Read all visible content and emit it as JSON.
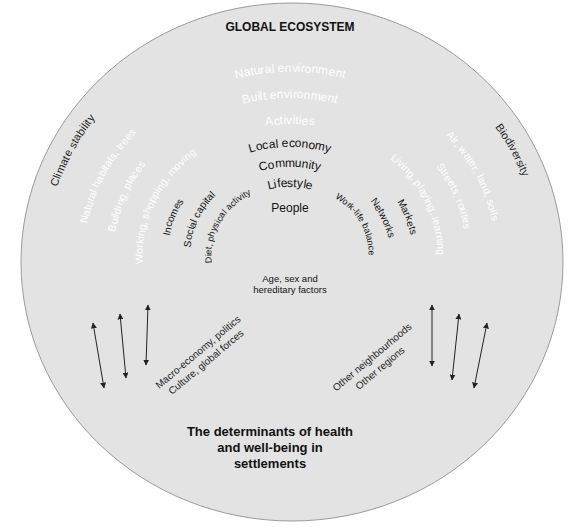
{
  "diagram": {
    "caption": "The determinants of health and well-being in settlements",
    "nodes": [
      {
        "text": [
          "GLOBAL ECOSYSTEM",
          "Climate stability",
          "Biodiversity"
        ]
      },
      {
        "text": [
          "Natural environment",
          "Natural habitats, trees",
          "Air, water, land, soils"
        ],
        "in": 0
      },
      {
        "text": [
          "Built environment",
          "Building, places",
          "Streets, routes"
        ],
        "in": 0
      },
      {
        "text": [
          "Activities",
          "Working, shopping, moving",
          "Living, playing, learning"
        ],
        "in": 0
      },
      {
        "text": [
          "Local economy",
          "Incomes",
          "Markets"
        ],
        "in": 0
      },
      {
        "text": [
          "Community",
          "Social capital",
          "Networks"
        ],
        "in": 0
      },
      {
        "text": [
          "Lifestyle",
          "Diet, physical activity",
          "Work-life balance"
        ],
        "in": 0
      },
      {
        "text": [
          "People",
          "Age, sex and hereditary factors"
        ],
        "in": 0
      }
    ],
    "labels": [
      "Macro-economy, politics",
      "Culture, global forces",
      "Other neighbourhoods",
      "Other regions"
    ]
  }
}
